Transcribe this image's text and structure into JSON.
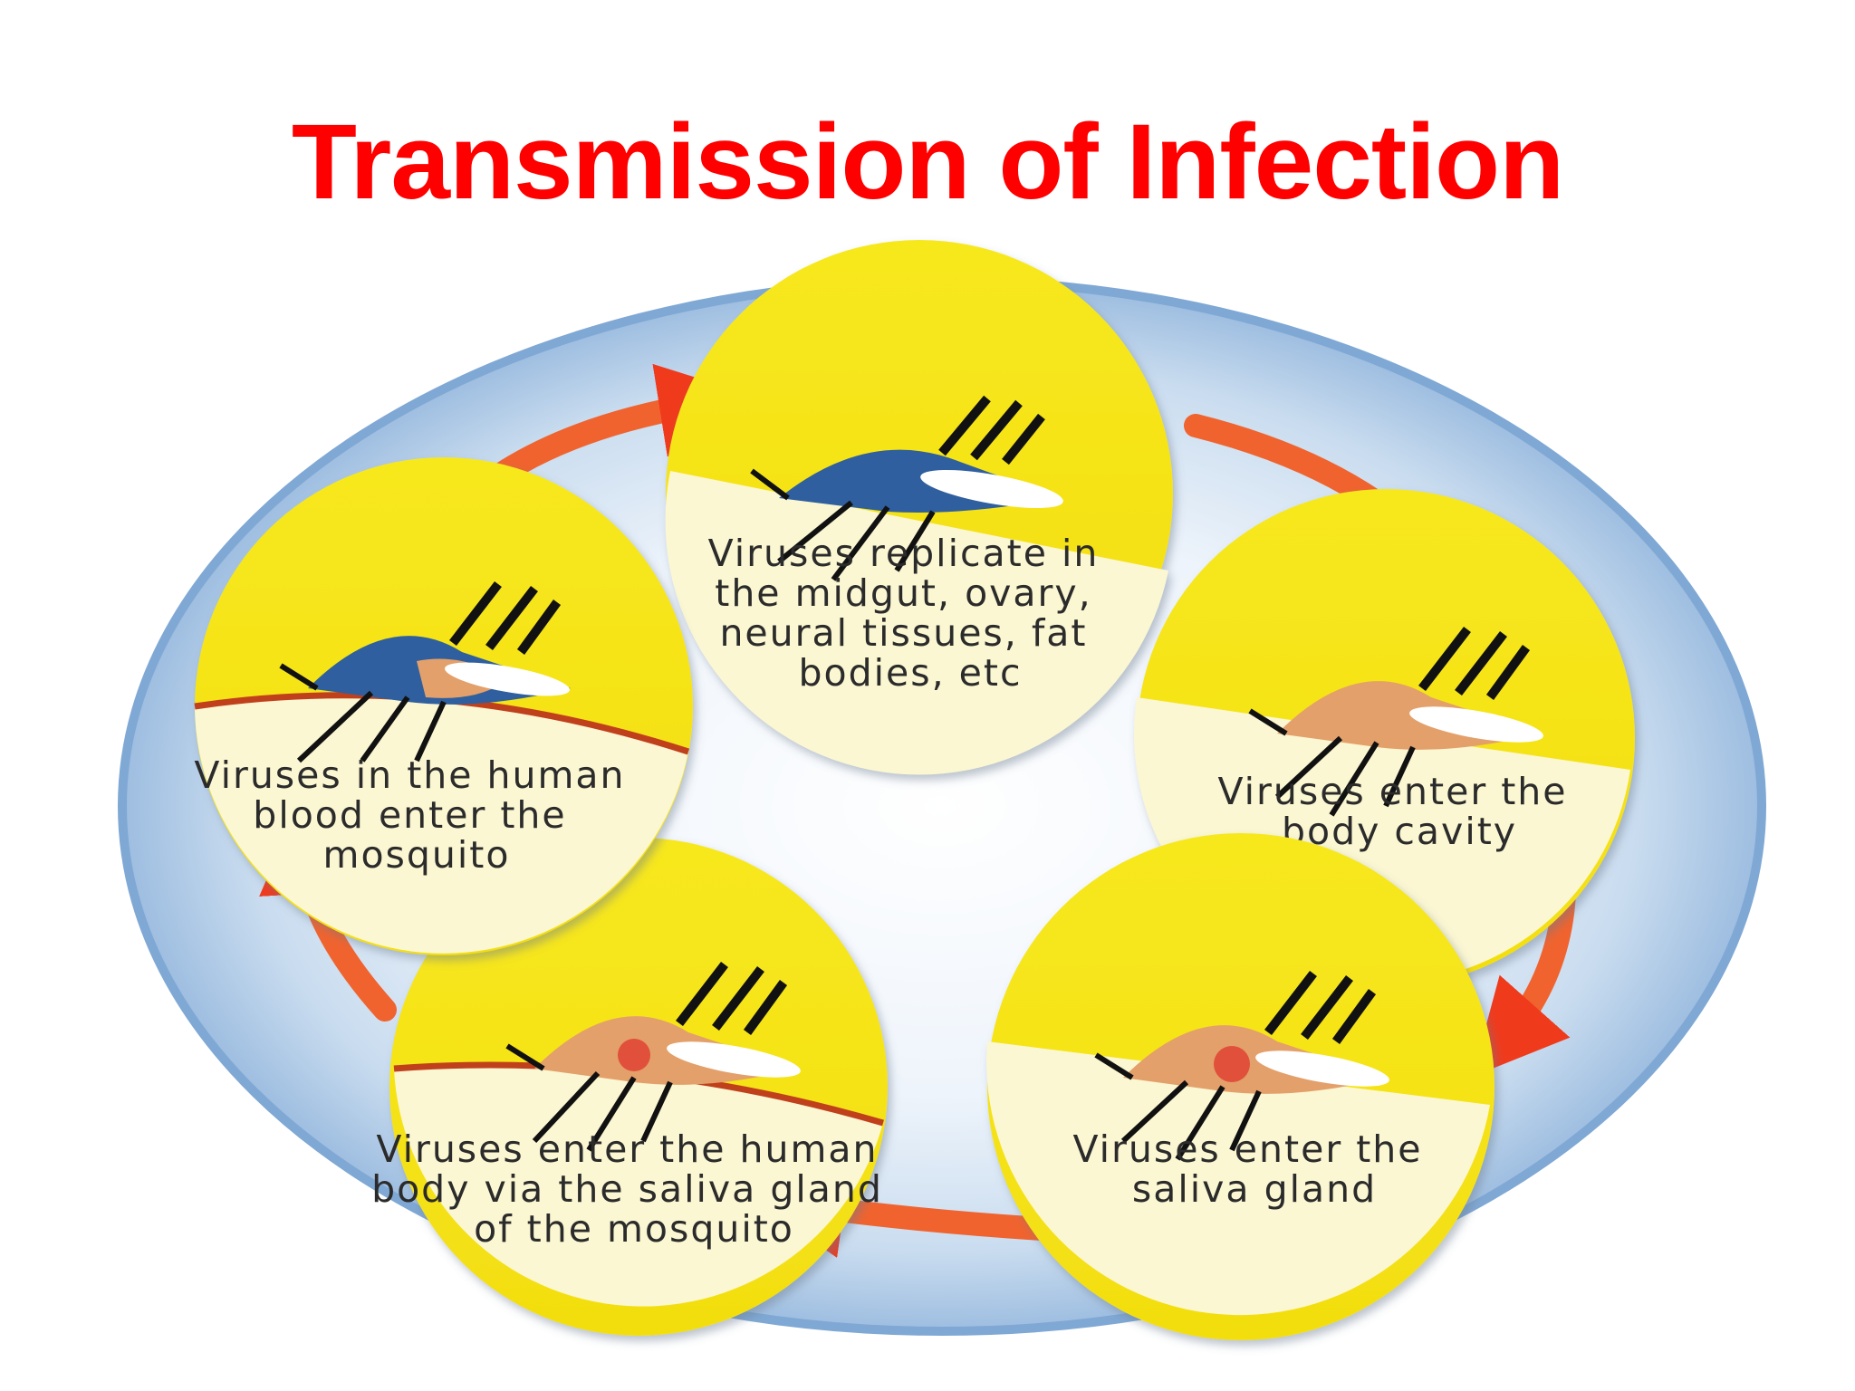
{
  "title": "Transmission of Infection",
  "colors": {
    "title": "#ff0000",
    "outer_ring": "#7fa8d4",
    "disc_yellow": "#f7e81e",
    "disc_cream": "#fbf7d2",
    "arrow": "#f0532a",
    "mosquito_body": "#2f5f9e",
    "mosquito_abdomen": "#e3a06a"
  },
  "steps": [
    {
      "id": "replicate",
      "lines": [
        "Viruses replicate in",
        "the midgut, ovary,",
        "neural tissues, fat",
        "bodies, etc"
      ],
      "icon": "mosquito-icon"
    },
    {
      "id": "body-cavity",
      "lines": [
        "Viruses enter the",
        "body cavity"
      ],
      "icon": "mosquito-icon"
    },
    {
      "id": "saliva-gland",
      "lines": [
        "Viruses enter the",
        "saliva gland"
      ],
      "icon": "mosquito-icon"
    },
    {
      "id": "human-body",
      "lines": [
        "Viruses enter the human",
        "body via the saliva gland",
        "of the mosquito"
      ],
      "icon": "mosquito-biting-icon"
    },
    {
      "id": "human-blood",
      "lines": [
        "Viruses in the human",
        "blood enter the",
        "mosquito"
      ],
      "icon": "mosquito-biting-icon"
    }
  ]
}
